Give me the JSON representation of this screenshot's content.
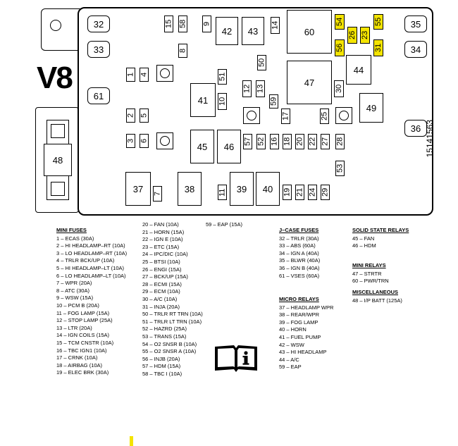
{
  "engine_label": "V8",
  "part_number": "15141563",
  "fuses_box": {
    "s32": "32",
    "s33": "33",
    "s61": "61",
    "s35": "35",
    "s34": "34",
    "s36": "36",
    "s15": "15",
    "s58": "58",
    "s9": "9",
    "s42": "42",
    "s43": "43",
    "s14": "14",
    "s60": "60",
    "s54": "54",
    "s55": "55",
    "s26": "26",
    "s23": "23",
    "s56": "56",
    "s31": "31",
    "s44": "44",
    "s8": "8",
    "s1": "1",
    "s4": "4",
    "s51": "51",
    "s50": "50",
    "s47": "47",
    "s41": "41",
    "s10": "10",
    "s12": "12",
    "s13": "13",
    "s59": "59",
    "s30": "30",
    "s49": "49",
    "s2": "2",
    "s5": "5",
    "s17": "17",
    "s25": "25",
    "s3": "3",
    "s6": "6",
    "s45": "45",
    "s46": "46",
    "s57": "57",
    "s52": "52",
    "s16": "16",
    "s18": "18",
    "s20": "20",
    "s22": "22",
    "s27": "27",
    "s28": "28",
    "s53": "53",
    "s48": "48",
    "s37": "37",
    "s7": "7",
    "s38": "38",
    "s11": "11",
    "s39": "39",
    "s40": "40",
    "s19": "19",
    "s21": "21",
    "s24": "24",
    "s29": "29"
  },
  "legend": {
    "mini_fuses": {
      "heading": "MINI FUSES",
      "col1": [
        "1 – ECAS (30A)",
        "2 – HI HEADLAMP–RT (10A)",
        "3 – LO HEADLAMP–RT (10A)",
        "4 – TRLR BCK/UP (10A)",
        "5 – HI HEADLAMP–LT (10A)",
        "6 – LO HEADLAMP–LT (10A)",
        "7 – WPR (20A)",
        "8 – ATC (30A)",
        "9 – WSW (15A)",
        "10 – PCM B (20A)",
        "11 – FOG LAMP (15A)",
        "12 – STOP LAMP (25A)",
        "13 – LTR (20A)",
        "14 – IGN COILS (15A)",
        "15 – TCM CNSTR (10A)",
        "16 – TBC IGN1 (10A)",
        "17 – CRNK (10A)",
        "18 – AIRBAG (10A)",
        "19 – ELEC BRK (30A)"
      ],
      "col2": [
        "20 – FAN (10A)",
        "21 – HORN (15A)",
        "22 – IGN E (10A)",
        "23 – ETC (15A)",
        "24 – IPC/DIC (10A)",
        "25 – BTSI (10A)",
        "26 – ENGI (15A)",
        "27 – BCK/UP (15A)",
        "28 – ECMI (15A)",
        "29 – ECM (10A)",
        "30 – A/C (10A)",
        "31 – INJA (20A)",
        "50 – TRLR RT TRN (10A)",
        "51 – TRLR LT TRN (10A)",
        "52 – HAZRD (25A)",
        "53 – TRANS (15A)",
        "54 – O2 SNSR B (10A)",
        "55 – O2 SNSR A (10A)",
        "56 – INJB (20A)",
        "57 – HDM (15A)",
        "58 – TBC I (10A)"
      ],
      "col3": [
        "59 – EAP (15A)"
      ]
    },
    "jcase": {
      "heading": "J–CASE FUSES",
      "items": [
        "32 – TRLR (30A)",
        "33 – ABS (60A)",
        "34 – IGN A (40A)",
        "35 – BLWR (40A)",
        "36 – IGN B (40A)",
        "61 – VSES (60A)"
      ]
    },
    "micro": {
      "heading": "MICRO RELAYS",
      "items": [
        "37 – HEADLAMP WPR",
        "38 – REAR/WPR",
        "39 – FOG LAMP",
        "40 – HORN",
        "41 – FUEL PUMP",
        "42 – WSW",
        "43 – HI HEADLAMP",
        "44 – A/C",
        "59 – EAP"
      ]
    },
    "solid": {
      "heading": "SOLID STATE RELAYS",
      "items": [
        "45 – FAN",
        "46 – HDM"
      ]
    },
    "minirelays": {
      "heading": "MINI RELAYS",
      "items": [
        "47 – STRTR",
        "60 – PWR/TRN"
      ]
    },
    "misc": {
      "heading": "MISCELLANEOUS",
      "items": [
        "48 – I/P BATT (125A)"
      ]
    }
  },
  "colors": {
    "highlight": "#f4e400"
  }
}
